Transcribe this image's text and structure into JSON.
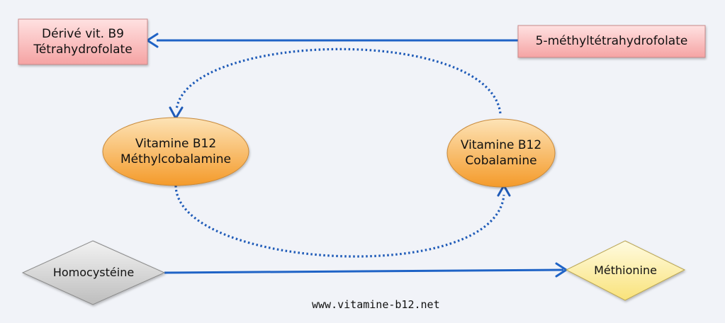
{
  "diagram": {
    "colors": {
      "background": "#f1f3f8",
      "solid_arrow": "#1f63c6",
      "dotted_arrow": "#1f5bb8",
      "rect_fill_top": "#ffe1e1",
      "rect_fill_bottom": "#f5a3a3",
      "ellipse_fill_top": "#fde3b6",
      "ellipse_fill_bottom": "#f49a2a",
      "diamond_gray_top": "#f2f2f2",
      "diamond_gray_bottom": "#bdbdbd",
      "diamond_yellow_top": "#fffbe0",
      "diamond_yellow_bottom": "#f9e27a"
    },
    "nodes": {
      "b9_derivative": {
        "line1": "Dérivé vit. B9",
        "line2": "Tétrahydrofolate",
        "shape": "rectangle"
      },
      "methyl_thf": {
        "line1": "5-méthyltétrahydrofolate",
        "shape": "rectangle"
      },
      "methylcobalamin": {
        "line1": "Vitamine B12",
        "line2": "Méthylcobalamine",
        "shape": "ellipse"
      },
      "cobalamin": {
        "line1": "Vitamine B12",
        "line2": "Cobalamine",
        "shape": "ellipse"
      },
      "homocysteine": {
        "line1": "Homocystéine",
        "shape": "diamond"
      },
      "methionine": {
        "line1": "Méthionine",
        "shape": "diamond"
      }
    },
    "edges": [
      {
        "from": "methyl_thf",
        "to": "b9_derivative",
        "style": "solid"
      },
      {
        "from": "cobalamin",
        "to": "methylcobalamin",
        "style": "dotted"
      },
      {
        "from": "methylcobalamin",
        "to": "cobalamin",
        "style": "dotted"
      },
      {
        "from": "homocysteine",
        "to": "methionine",
        "style": "solid"
      }
    ]
  },
  "footer": {
    "website": "www.vitamine-b12.net"
  }
}
